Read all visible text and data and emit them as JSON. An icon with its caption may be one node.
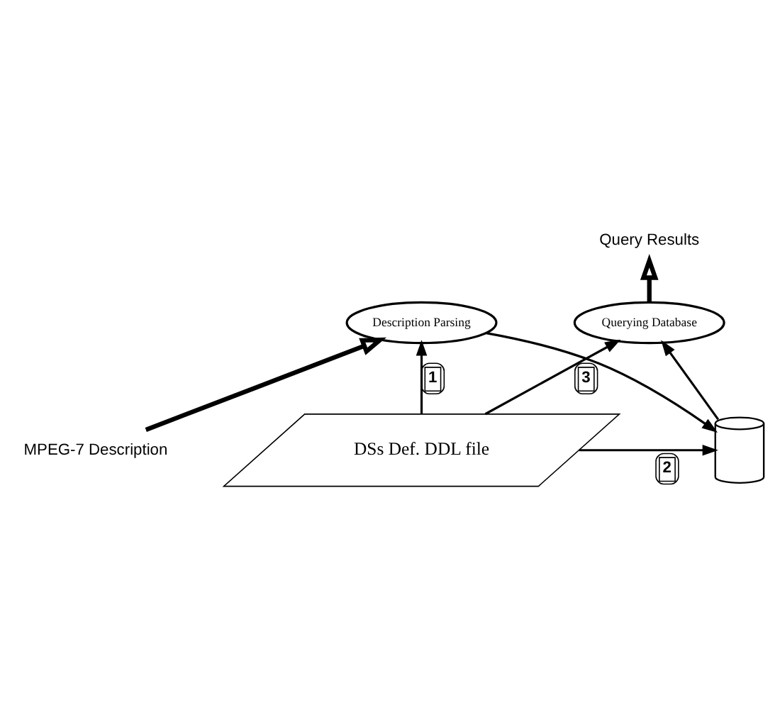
{
  "diagram": {
    "nodes": [
      {
        "text": [
          "DSs Def. DDL file"
        ]
      },
      {
        "text": [
          "Querying Database"
        ]
      },
      {
        "text": [],
        "shape": "cylinder"
      },
      {
        "text": [
          "Description Parsing"
        ]
      },
      {
        "text": [
          "Query Results"
        ]
      },
      {
        "text": [
          "MPEG-7 Description"
        ]
      }
    ],
    "edges": [
      {
        "from": 0,
        "to": 1,
        "arrow": "to",
        "label": "3"
      },
      {
        "from": 0,
        "to": 2,
        "arrow": "to",
        "label": "2"
      },
      {
        "from": 0,
        "to": 3,
        "arrow": "to",
        "label": "1"
      },
      {
        "from": 3,
        "to": 2,
        "arrow": "to"
      },
      {
        "from": 2,
        "to": 1,
        "arrow": "to"
      },
      {
        "from": 1,
        "to": 4,
        "arrow": "to",
        "style": "thick"
      },
      {
        "from": 5,
        "to": 3,
        "arrow": "to",
        "style": "thick"
      }
    ]
  }
}
